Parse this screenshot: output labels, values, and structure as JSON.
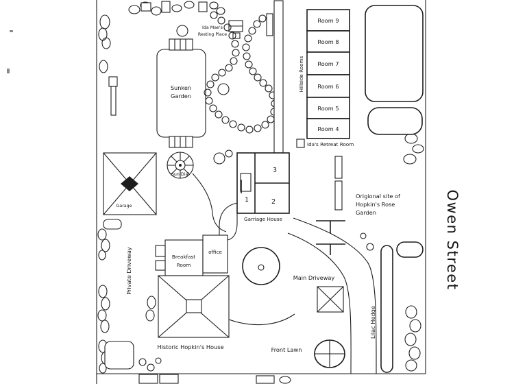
{
  "plan": {
    "street": "Owen Street",
    "rooms": [
      "Room 9",
      "Room 8",
      "Room 7",
      "Room 6",
      "Room 5",
      "Room 4"
    ],
    "labels": {
      "hillside_rooms": "Hillside Rooms",
      "idas_retreat_room": "Ida's Retreat Room",
      "ida_mae_1": "Ida Mae's",
      "ida_mae_2": "Resting Place",
      "sunken_1": "Sunken",
      "sunken_2": "Garden",
      "rose_1": "Origional site of",
      "rose_2": "Hopkin's Rose",
      "rose_3": "Garden",
      "garage": "Garage",
      "sun_dial": "Sun Dial",
      "garriage_house": "Garriage House",
      "unit_1": "1",
      "unit_2": "2",
      "unit_3": "3",
      "breakfast_1": "Breakfast",
      "breakfast_2": "Room",
      "office": "office",
      "private_driveway": "Private Driveway",
      "main_driveway": "Main Driveway",
      "historic_house": "Historic Hopkin's House",
      "front_lawn": "Front Lawn",
      "lilac_hedge": "Lilac Hedge"
    }
  }
}
